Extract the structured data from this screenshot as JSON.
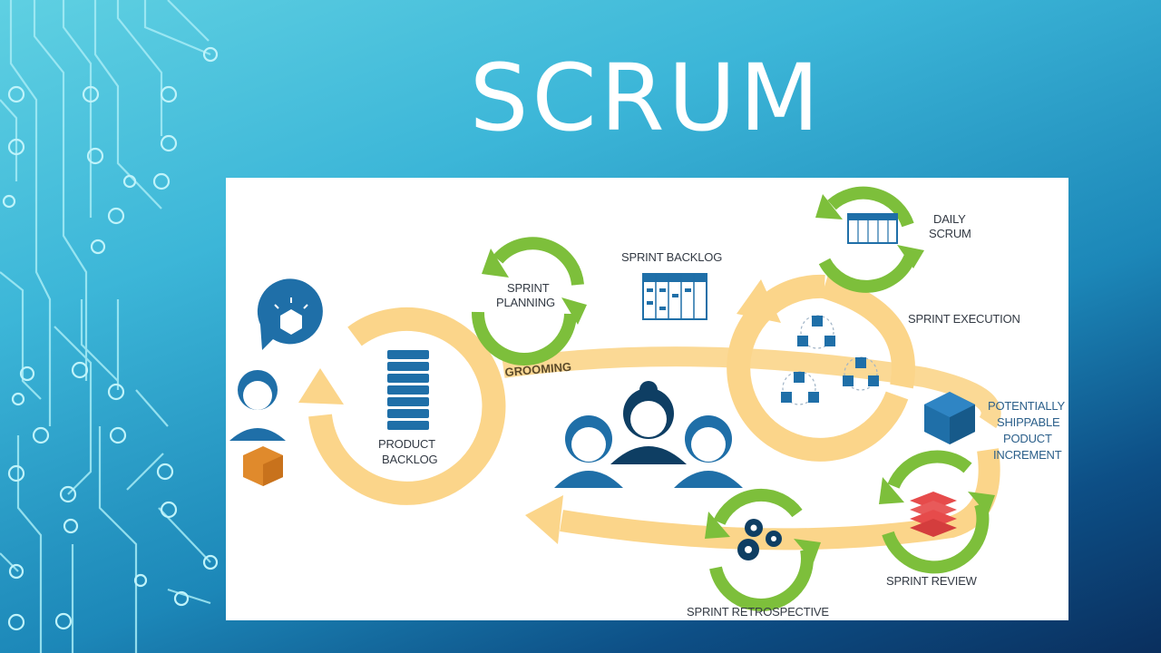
{
  "slide": {
    "title": "SCRUM"
  },
  "diagram": {
    "labels": {
      "sprint_planning": [
        "SPRINT",
        "PLANNING"
      ],
      "sprint_backlog": "SPRINT BACKLOG",
      "daily_scrum": [
        "DAILY",
        "SCRUM"
      ],
      "sprint_execution": "SPRINT EXECUTION",
      "grooming": "GROOMING",
      "product_backlog": [
        "PRODUCT",
        "BACKLOG"
      ],
      "potentially_shippable": [
        "POTENTIALLY",
        "SHIPPABLE",
        "PODUCT",
        "INCREMENT"
      ],
      "sprint_review": "SPRINT REVIEW",
      "sprint_retrospective": "SPRINT RETROSPECTIVE"
    },
    "colors": {
      "flow_arrow": "#fbd58a",
      "cycle_arrow": "#7dbf3b",
      "icon_blue": "#1f6fa8",
      "product_box": "#e08a2c",
      "review_stack": "#e64b4b"
    }
  }
}
